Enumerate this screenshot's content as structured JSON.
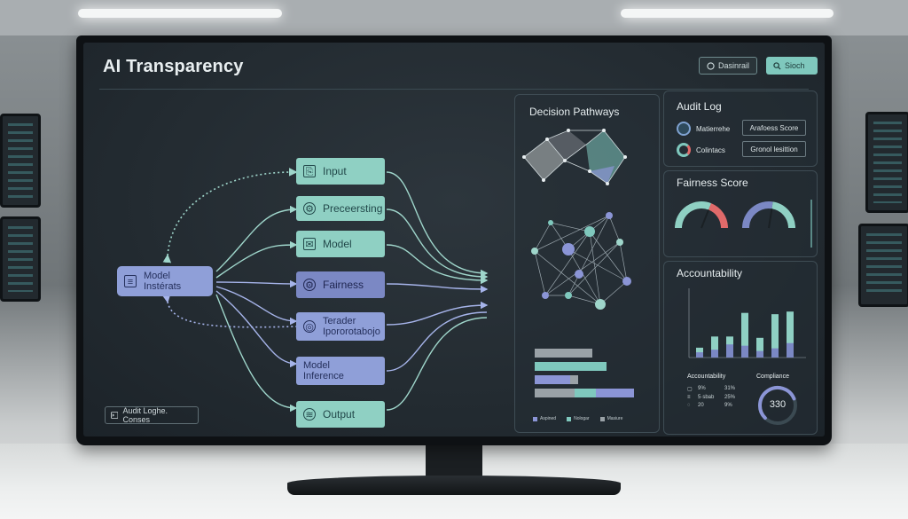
{
  "app": {
    "title": "AI Transparency"
  },
  "header": {
    "dashboard_label": "Dasinrail",
    "search_label": "Sioch"
  },
  "flow": {
    "source_node": {
      "line1": "Model",
      "line2": "Instérats"
    },
    "nodes": [
      {
        "label": "Input",
        "icon": "document-icon",
        "style": "teal"
      },
      {
        "label": "Preceersting",
        "icon": "gear-icon",
        "style": "teal"
      },
      {
        "label": "Model",
        "icon": "mail-icon",
        "style": "teal"
      },
      {
        "label": "Fairness",
        "icon": "gear-icon",
        "style": "slate"
      },
      {
        "label1": "Terader",
        "label2": "Ipororotabojo",
        "icon": "target-icon",
        "style": "blue"
      },
      {
        "label1": "Model",
        "label2": "Inference",
        "icon": "",
        "style": "blue"
      },
      {
        "label": "Output",
        "icon": "signal-icon",
        "style": "teal"
      }
    ]
  },
  "footer": {
    "audit_button": "Audit Loghe. Conses"
  },
  "decision_pathways": {
    "title": "Decision Pathways",
    "legend": [
      "Aspined",
      "Nologar",
      "Masiure"
    ],
    "bars": [
      {
        "segments": [
          0.58
        ]
      },
      {
        "segments": [
          0.72
        ]
      },
      {
        "segments": [
          0.36,
          0.44
        ]
      },
      {
        "segments": [
          0.4,
          0.62,
          1.0
        ]
      }
    ]
  },
  "audit_log": {
    "title": "Audit Log",
    "rows": [
      {
        "label": "Matierrehe",
        "tag": "Arafoess Score"
      },
      {
        "label": "Colintacs",
        "tag": "Gronol lesittion"
      }
    ]
  },
  "fairness_score": {
    "title": "Fairness Score",
    "gauges": [
      {
        "value": 0.62
      },
      {
        "value": 0.55
      }
    ]
  },
  "accountability": {
    "title": "Accountability",
    "bars": [
      0.15,
      0.32,
      0.32,
      0.68,
      0.3,
      0.66,
      0.7
    ],
    "bars_highlight": [
      0.08,
      0.12,
      0.2,
      0.18,
      0.1,
      0.14,
      0.22
    ],
    "table_title": "Accountability",
    "table": [
      [
        "9%",
        "31%"
      ],
      [
        "5·sbab",
        "25%"
      ],
      [
        "20",
        "9%"
      ]
    ],
    "compliance_title": "Compliance",
    "compliance_value": "330",
    "compliance_level": 0.75
  },
  "colors": {
    "teal": "#8fd0c3",
    "indigo": "#7b88c4",
    "red": "#e06a6a",
    "panel_border": "#3e4c54",
    "background": "#232b31"
  }
}
